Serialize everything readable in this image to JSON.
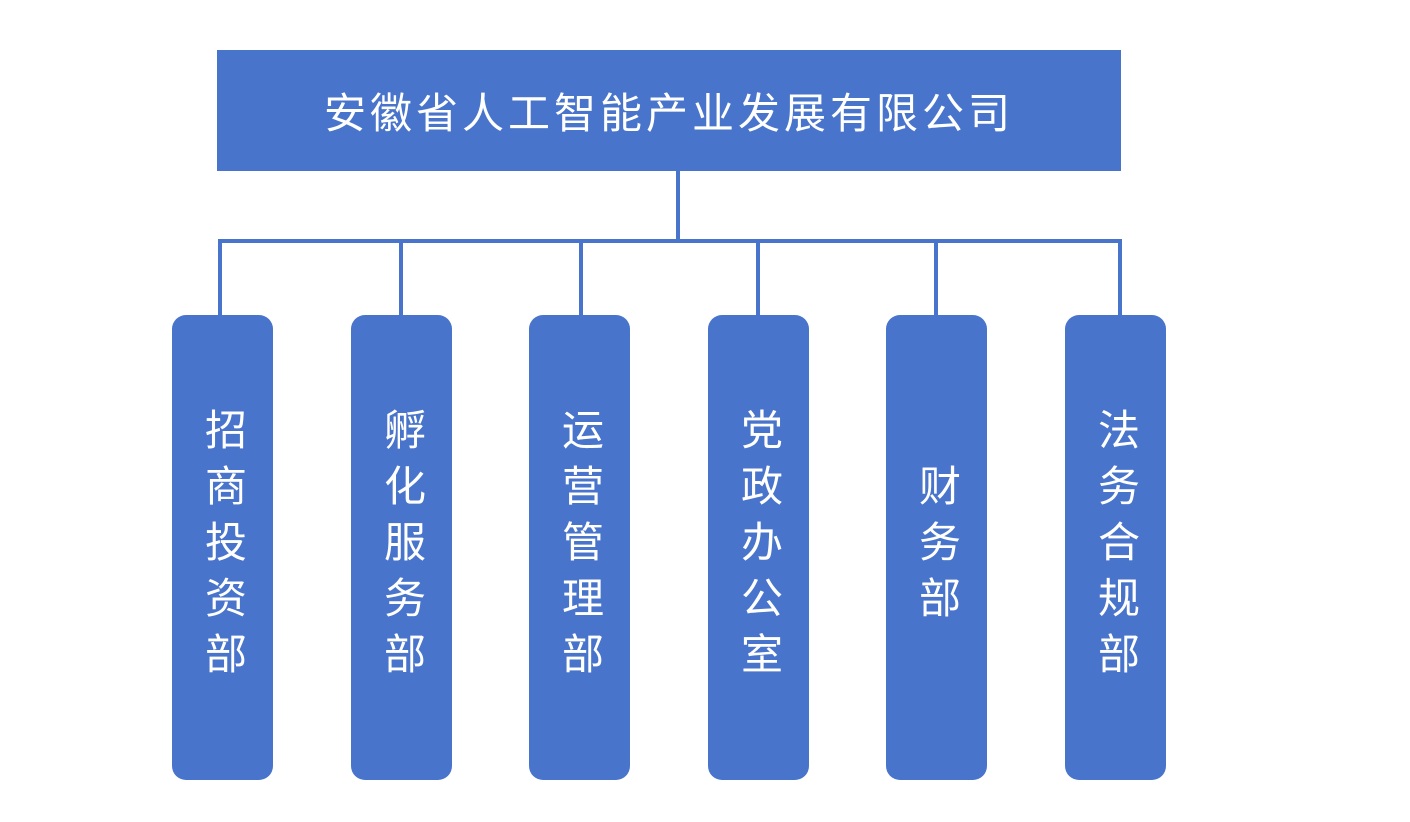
{
  "org_chart": {
    "root": {
      "label": "安徽省人工智能产业发展有限公司"
    },
    "departments": [
      {
        "label": "招商投资部"
      },
      {
        "label": "孵化服务部"
      },
      {
        "label": "运营管理部"
      },
      {
        "label": "党政办公室"
      },
      {
        "label": "财务部"
      },
      {
        "label": "法务合规部"
      }
    ],
    "colors": {
      "box_fill": "#4874CB",
      "connector": "#4874CB",
      "text": "#FFFFFF",
      "background": "#FFFFFF"
    }
  }
}
